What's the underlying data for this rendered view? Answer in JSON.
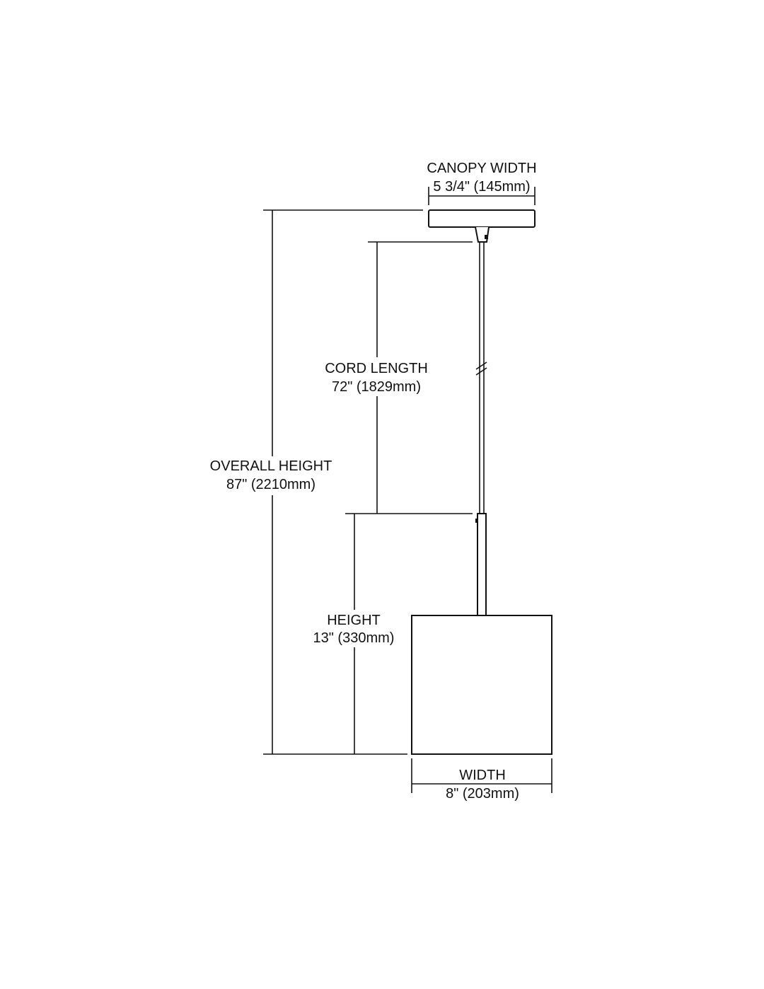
{
  "labels": {
    "canopy_width": {
      "title": "CANOPY WIDTH",
      "value": "5 3/4\" (145mm)"
    },
    "cord_length": {
      "title": "CORD LENGTH",
      "value": "72\" (1829mm)"
    },
    "overall_height": {
      "title": "OVERALL HEIGHT",
      "value": "87\" (2210mm)"
    },
    "height": {
      "title": "HEIGHT",
      "value": "13\" (330mm)"
    },
    "width": {
      "title": "WIDTH",
      "value": "8\" (203mm)"
    }
  },
  "colors": {
    "line": "#111111",
    "background": "#ffffff"
  }
}
